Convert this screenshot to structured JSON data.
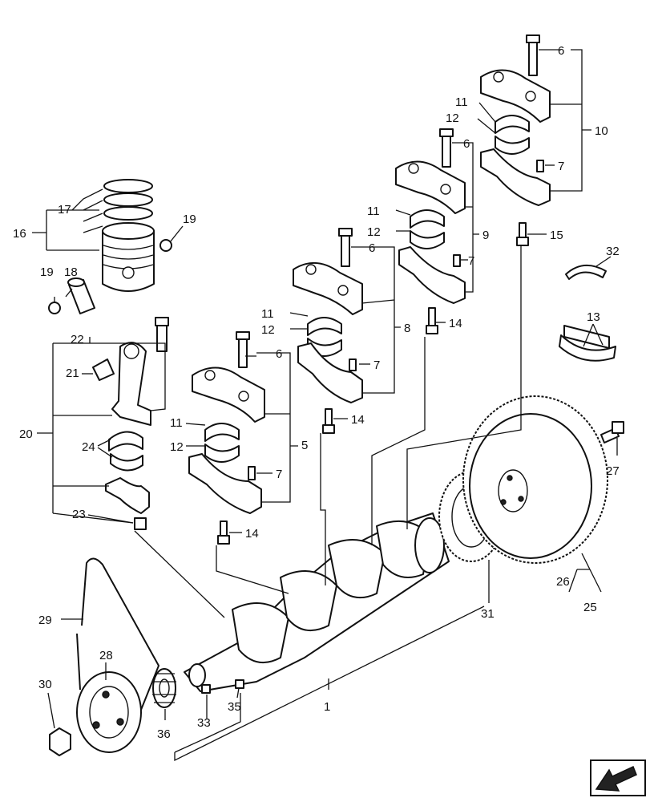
{
  "labels": [
    {
      "id": "l1",
      "text": "1"
    },
    {
      "id": "l5",
      "text": "5"
    },
    {
      "id": "l6a",
      "text": "6"
    },
    {
      "id": "l6b",
      "text": "6"
    },
    {
      "id": "l6c",
      "text": "6"
    },
    {
      "id": "l6d",
      "text": "6"
    },
    {
      "id": "l7a",
      "text": "7"
    },
    {
      "id": "l7b",
      "text": "7"
    },
    {
      "id": "l7c",
      "text": "7"
    },
    {
      "id": "l7d",
      "text": "7"
    },
    {
      "id": "l8",
      "text": "8"
    },
    {
      "id": "l9",
      "text": "9"
    },
    {
      "id": "l10",
      "text": "10"
    },
    {
      "id": "l11a",
      "text": "11"
    },
    {
      "id": "l11b",
      "text": "11"
    },
    {
      "id": "l11c",
      "text": "11"
    },
    {
      "id": "l11d",
      "text": "11"
    },
    {
      "id": "l12a",
      "text": "12"
    },
    {
      "id": "l12b",
      "text": "12"
    },
    {
      "id": "l12c",
      "text": "12"
    },
    {
      "id": "l12d",
      "text": "12"
    },
    {
      "id": "l13",
      "text": "13"
    },
    {
      "id": "l14a",
      "text": "14"
    },
    {
      "id": "l14b",
      "text": "14"
    },
    {
      "id": "l14c",
      "text": "14"
    },
    {
      "id": "l15",
      "text": "15"
    },
    {
      "id": "l16",
      "text": "16"
    },
    {
      "id": "l17",
      "text": "17"
    },
    {
      "id": "l18",
      "text": "18"
    },
    {
      "id": "l19a",
      "text": "19"
    },
    {
      "id": "l19b",
      "text": "19"
    },
    {
      "id": "l20",
      "text": "20"
    },
    {
      "id": "l21",
      "text": "21"
    },
    {
      "id": "l22",
      "text": "22"
    },
    {
      "id": "l23",
      "text": "23"
    },
    {
      "id": "l24",
      "text": "24"
    },
    {
      "id": "l25",
      "text": "25"
    },
    {
      "id": "l26",
      "text": "26"
    },
    {
      "id": "l27",
      "text": "27"
    },
    {
      "id": "l28",
      "text": "28"
    },
    {
      "id": "l29",
      "text": "29"
    },
    {
      "id": "l30",
      "text": "30"
    },
    {
      "id": "l31",
      "text": "31"
    },
    {
      "id": "l32",
      "text": "32"
    },
    {
      "id": "l33",
      "text": "33"
    },
    {
      "id": "l35",
      "text": "35"
    },
    {
      "id": "l36",
      "text": "36"
    }
  ],
  "nav": {
    "icon": "arrow-down-left-icon"
  }
}
